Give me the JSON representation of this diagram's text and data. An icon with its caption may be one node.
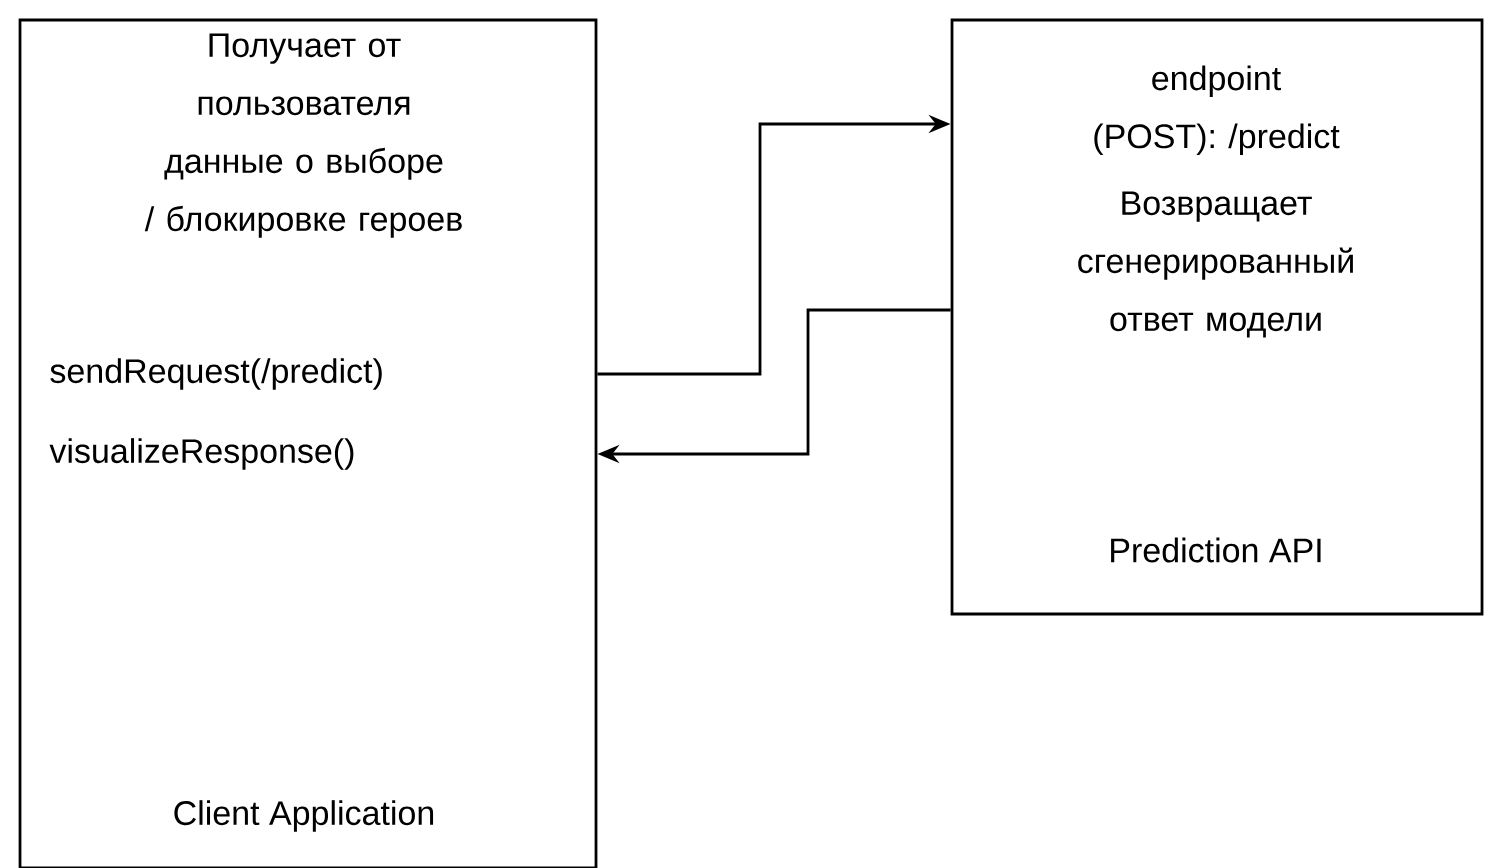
{
  "diagram": {
    "nodes": [
      {
        "text": [
          "Получает от пользователя данные о выборе / блокировке героев",
          "sendRequest(/predict)",
          "visualizeResponse()",
          "Client Application"
        ]
      },
      {
        "text": [
          "endpoint (POST): /predict",
          "Возвращает сгенерированный ответ модели",
          "Prediction API"
        ]
      }
    ],
    "edges": [
      {
        "from": 0,
        "to": 1,
        "arrow": "to"
      },
      {
        "from": 1,
        "to": 0,
        "arrow": "to"
      }
    ]
  }
}
